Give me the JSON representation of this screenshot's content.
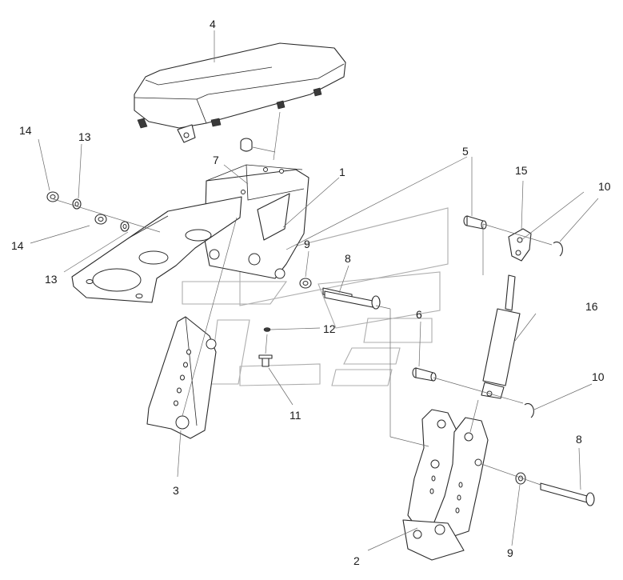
{
  "callouts": [
    {
      "id": "c4",
      "text": "4"
    },
    {
      "id": "c14a",
      "text": "14"
    },
    {
      "id": "c13a",
      "text": "13"
    },
    {
      "id": "c7",
      "text": "7"
    },
    {
      "id": "c5",
      "text": "5"
    },
    {
      "id": "c15",
      "text": "15"
    },
    {
      "id": "c10a",
      "text": "10"
    },
    {
      "id": "c1",
      "text": "1"
    },
    {
      "id": "c14b",
      "text": "14"
    },
    {
      "id": "c9a",
      "text": "9"
    },
    {
      "id": "c8a",
      "text": "8"
    },
    {
      "id": "c13b",
      "text": "13"
    },
    {
      "id": "c16",
      "text": "16"
    },
    {
      "id": "c6",
      "text": "6"
    },
    {
      "id": "c12",
      "text": "12"
    },
    {
      "id": "c10b",
      "text": "10"
    },
    {
      "id": "c11",
      "text": "11"
    },
    {
      "id": "c3",
      "text": "3"
    },
    {
      "id": "c8b",
      "text": "8"
    },
    {
      "id": "c2",
      "text": "2"
    },
    {
      "id": "c9b",
      "text": "9"
    }
  ]
}
